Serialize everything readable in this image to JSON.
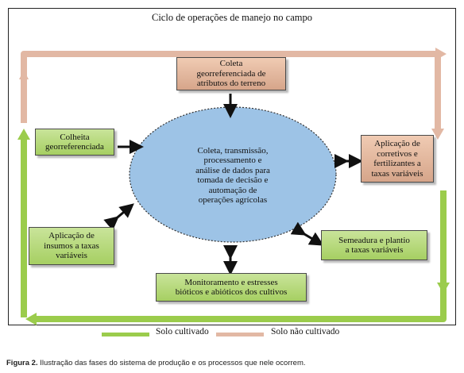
{
  "title": "Ciclo de operações de manejo no campo",
  "center": {
    "lines": [
      "Coleta, transmissão,",
      "processamento e",
      "análise de dados para",
      "tomada de decisão e",
      "automação de",
      "operações agrícolas"
    ]
  },
  "boxes": {
    "coleta": [
      "Coleta",
      "georreferenciada de",
      "atributos do terreno"
    ],
    "colheita": [
      "Colheita",
      "georreferenciada"
    ],
    "corretivos": [
      "Aplicação de",
      "corretivos e",
      "fertilizantes a",
      "taxas variáveis"
    ],
    "insumos": [
      "Aplicação de",
      "insumos a taxas",
      "variáveis"
    ],
    "semeadura": [
      "Semeadura e plantio",
      "a taxas variáveis"
    ],
    "monitoramento": [
      "Monitoramento e estresses",
      "bióticos e abióticos dos cultivos"
    ]
  },
  "legend": {
    "green": "Solo cultivado",
    "salmon": "Solo não cultivado"
  },
  "colors": {
    "green_arrow": "#9bcc4c",
    "salmon_arrow": "#e2b8a4",
    "ellipse": "#9dc3e6",
    "green_box": "#b5d77a",
    "salmon_box": "#e3b89d"
  },
  "caption": {
    "label": "Figura 2.",
    "text": "Ilustração das fases do sistema de produção e os processos que nele ocorrem."
  }
}
